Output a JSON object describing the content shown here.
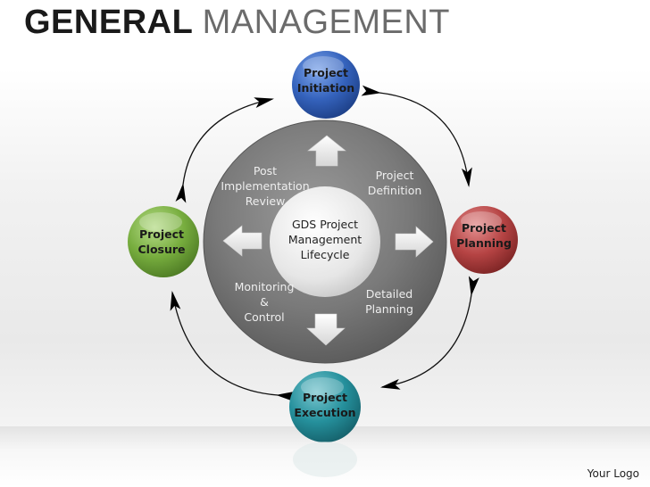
{
  "title": {
    "bold": "GENERAL",
    "light": "MANAGEMENT"
  },
  "hub": {
    "label": "GDS Project\nManagement\nLifecycle"
  },
  "stages": {
    "post_implementation": "Post\nImplementation\nReview",
    "definition": "Project\nDefinition",
    "monitoring": "Monitoring\n&\nControl",
    "detailed_planning": "Detailed\nPlanning"
  },
  "nodes": {
    "initiation": {
      "label": "Project\nInitiation",
      "color": "#2f5fb6"
    },
    "planning": {
      "label": "Project\nPlanning",
      "color": "#b03e3e"
    },
    "execution": {
      "label": "Project\nExecution",
      "color": "#1e8794"
    },
    "closure": {
      "label": "Project\nClosure",
      "color": "#72a83a"
    }
  },
  "logo": "Your Logo"
}
